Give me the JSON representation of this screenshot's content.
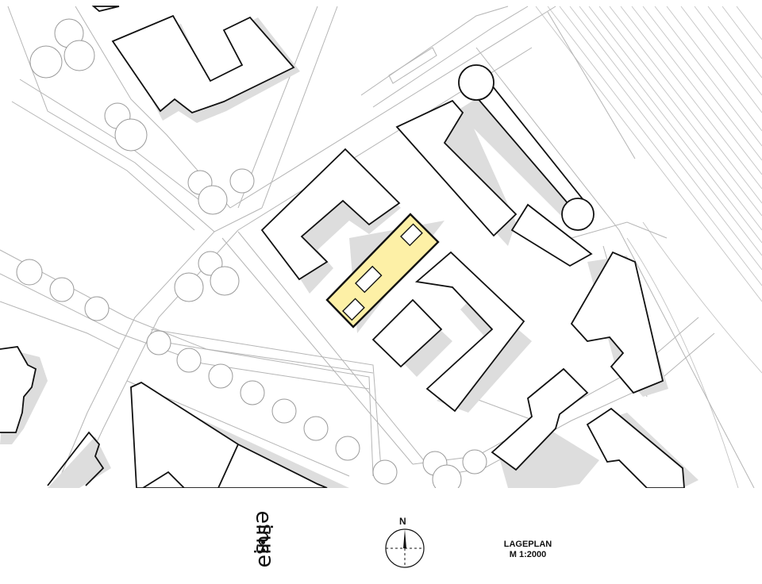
{
  "plan": {
    "title": "LAGEPLAN",
    "scale": "M 1:2000"
  },
  "compass": {
    "north_label": "N"
  },
  "logo": {
    "word_top": "eins",
    "word_bottom": "eins"
  },
  "colors": {
    "highlight_fill": "#fdf0a6",
    "building_outline": "#111111",
    "shadow": "#dddddd",
    "street_line": "#b5b5b5"
  }
}
